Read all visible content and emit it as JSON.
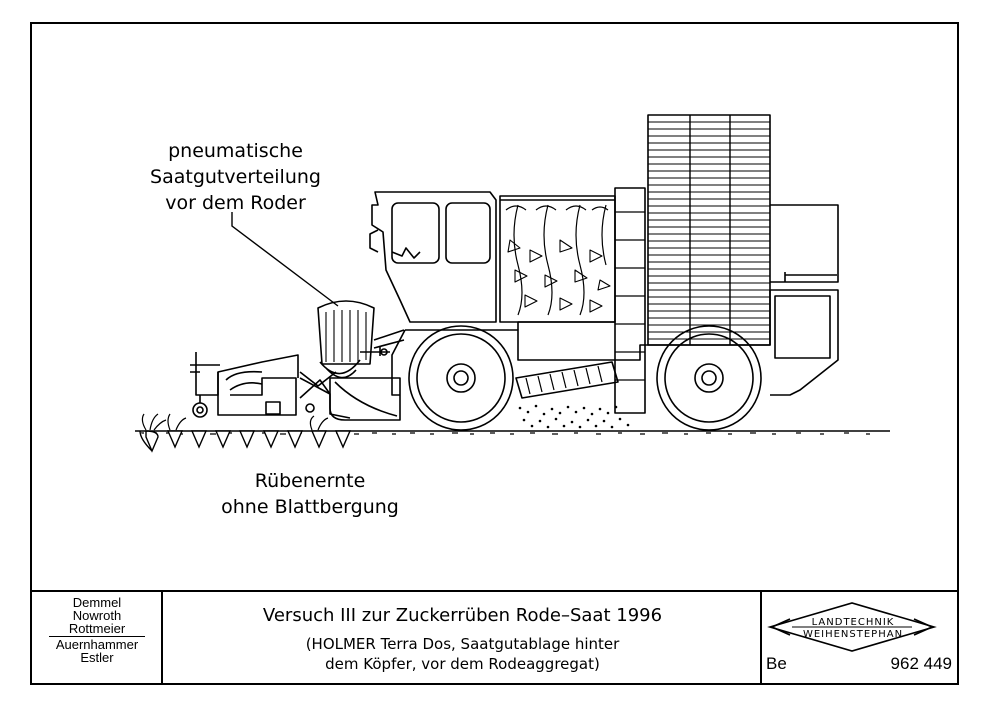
{
  "drawing": {
    "annotation_seed": [
      "pneumatische",
      "Saatgutverteilung",
      "vor dem Roder"
    ],
    "annotation_harvest": [
      "Rübenernte",
      "ohne Blattbergung"
    ]
  },
  "title_block": {
    "authors_top": [
      "Demmel",
      "Nowroth",
      "Rottmeier"
    ],
    "authors_bottom": [
      "Auernhammer",
      "Estler"
    ],
    "title_line1": "Versuch III zur Zuckerrüben Rode–Saat 1996",
    "title_line2": "(HOLMER Terra Dos, Saatgutablage hinter",
    "title_line3": "dem Köpfer, vor dem Rodeaggregat)",
    "logo_line1": "LANDTECHNIK",
    "logo_line2": "WEIHENSTEPHAN",
    "code_left": "Be",
    "code_right": "962 449"
  }
}
